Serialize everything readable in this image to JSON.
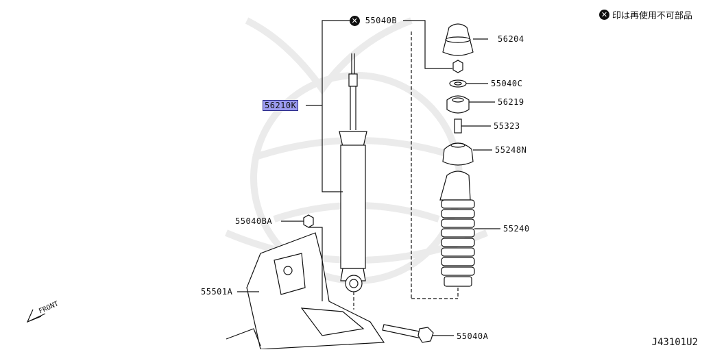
{
  "note": {
    "mark": "✕",
    "text": "印は再使用不可部品"
  },
  "diagram_code": "J43101U2",
  "front_label": "FRONT",
  "parts": {
    "p55040B": "55040B",
    "p56210K": "56210K",
    "p56204": "56204",
    "p55040C": "55040C",
    "p56219": "56219",
    "p55323": "55323",
    "p55248N": "55248N",
    "p55240": "55240",
    "p55040BA": "55040BA",
    "p55501A": "55501A",
    "p55040A": "55040A"
  },
  "colors": {
    "highlight": "#9c9cf0",
    "line": "#111111",
    "watermark": "#e8e8e8"
  }
}
